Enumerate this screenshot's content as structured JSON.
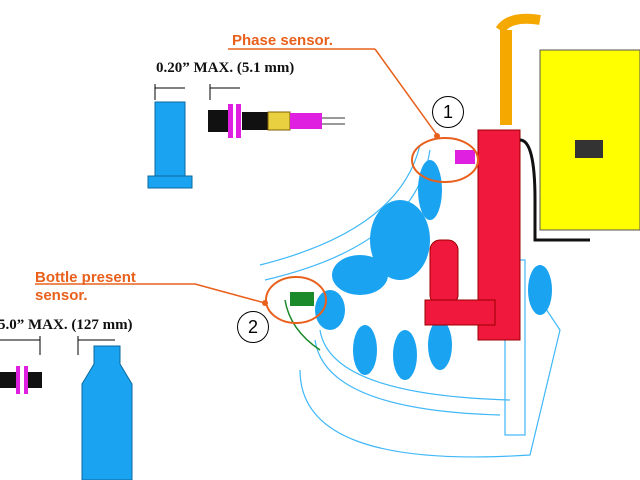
{
  "callouts": {
    "phase_sensor": {
      "label": "Phase sensor.",
      "number": "1",
      "dimension": "0.20” MAX. (5.1 mm)"
    },
    "bottle_present_sensor": {
      "label_line1": "Bottle present",
      "label_line2": "sensor.",
      "number": "2",
      "dimension": "5.0” MAX. (127 mm)"
    }
  },
  "colors": {
    "callout": "#e8601c",
    "bottle": "#1aa3f0",
    "machine": "#f0183c",
    "control_box": "#ffff00",
    "tube": "#f5a800",
    "sensor": "#e020e0"
  }
}
